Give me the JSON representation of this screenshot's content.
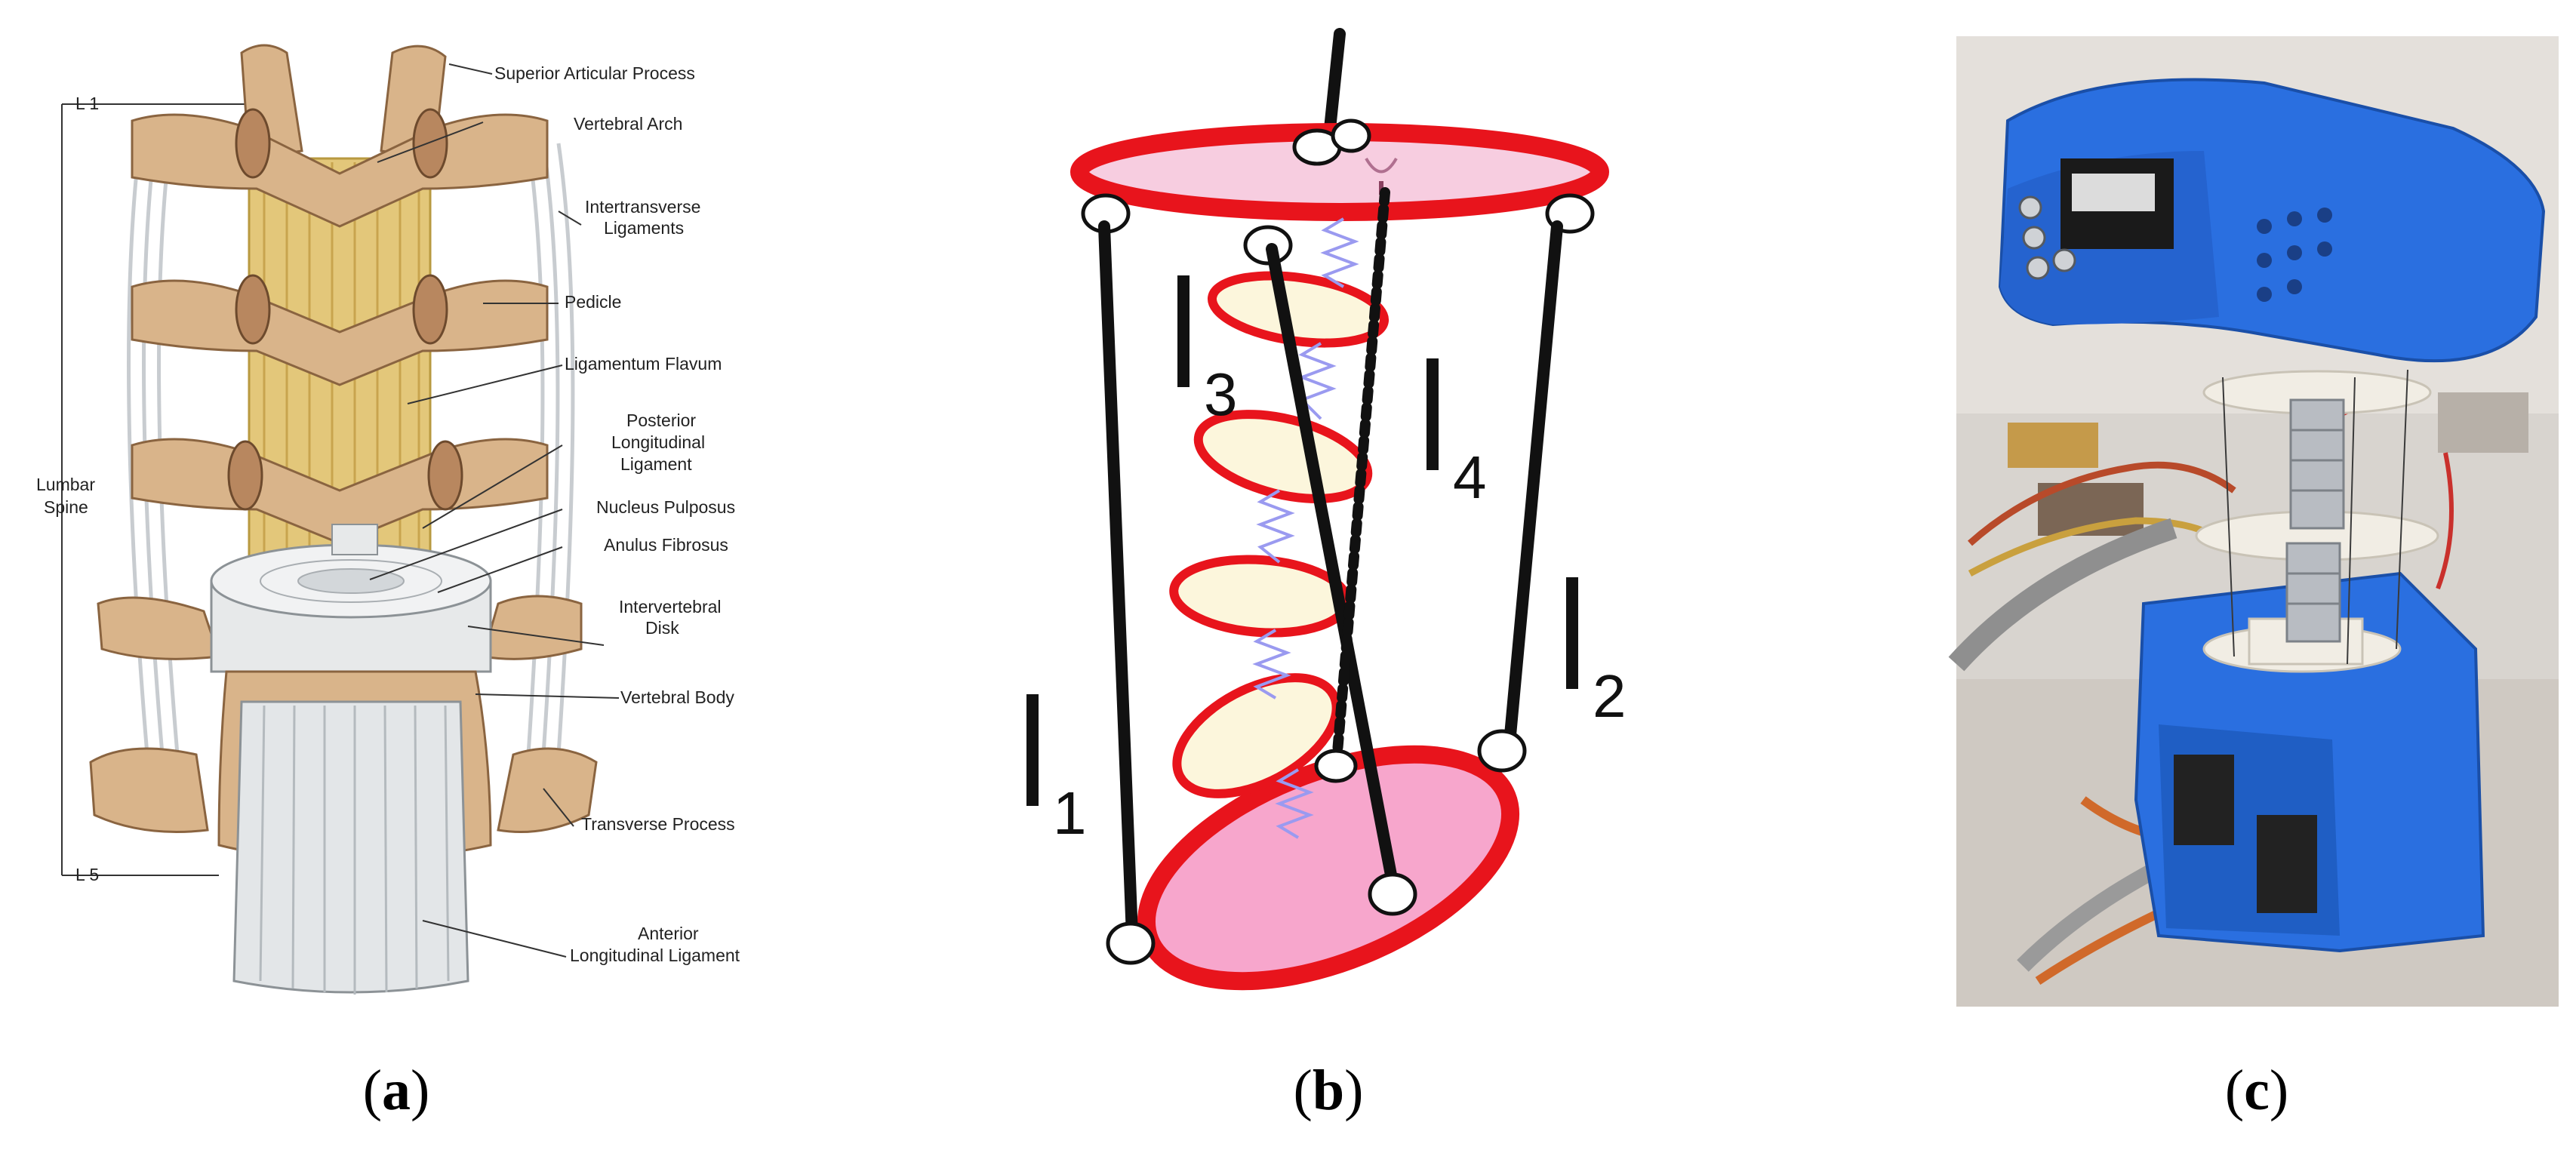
{
  "panel_a": {
    "spine_level_top": "L 1",
    "spine_level_bottom": "L 5",
    "region_label": [
      "Lumbar",
      "Spine"
    ],
    "labels": [
      {
        "key": "superior_articular_process",
        "lines": [
          "Superior Articular Process"
        ]
      },
      {
        "key": "vertebral_arch",
        "lines": [
          "Vertebral Arch"
        ]
      },
      {
        "key": "intertransverse_ligaments",
        "lines": [
          "Intertransverse",
          "Ligaments"
        ]
      },
      {
        "key": "pedicle",
        "lines": [
          "Pedicle"
        ]
      },
      {
        "key": "ligamentum_flavum",
        "lines": [
          "Ligamentum Flavum"
        ]
      },
      {
        "key": "posterior_longitudinal_ligament",
        "lines": [
          "Posterior",
          "Longitudinal",
          "Ligament"
        ]
      },
      {
        "key": "nucleus_pulposus",
        "lines": [
          "Nucleus Pulposus"
        ]
      },
      {
        "key": "anulus_fibrosus",
        "lines": [
          "Anulus Fibrosus"
        ]
      },
      {
        "key": "intervertebral_disk",
        "lines": [
          "Intervertebral",
          "Disk"
        ]
      },
      {
        "key": "vertebral_body",
        "lines": [
          "Vertebral Body"
        ]
      },
      {
        "key": "transverse_process",
        "lines": [
          "Transverse Process"
        ]
      },
      {
        "key": "anterior_longitudinal_ligament",
        "lines": [
          "Anterior",
          "Longitudinal Ligament"
        ]
      }
    ]
  },
  "panel_b": {
    "cables": [
      {
        "letter": "l",
        "subscript": "1"
      },
      {
        "letter": "l",
        "subscript": "2"
      },
      {
        "letter": "l",
        "subscript": "3"
      },
      {
        "letter": "l",
        "subscript": "4"
      }
    ],
    "colors": {
      "plate_outline": "#e8141c",
      "plate_fill": "#f7a6cc",
      "top_plate_fill": "#f7cde0",
      "disk_fill": "#fcf6dc",
      "spring": "#9a9af0",
      "cable": "#111111"
    }
  },
  "panel_c": {
    "photo_subject": "3D-printed blue cable-driven spine mechanism with servo motors",
    "colors": {
      "printed_part": "#2a6fe0",
      "background": "#d8d4cf"
    }
  },
  "captions": {
    "a": {
      "open": "(",
      "letter": "a",
      "close": ")"
    },
    "b": {
      "open": "(",
      "letter": "b",
      "close": ")"
    },
    "c": {
      "open": "(",
      "letter": "c",
      "close": ")"
    }
  }
}
